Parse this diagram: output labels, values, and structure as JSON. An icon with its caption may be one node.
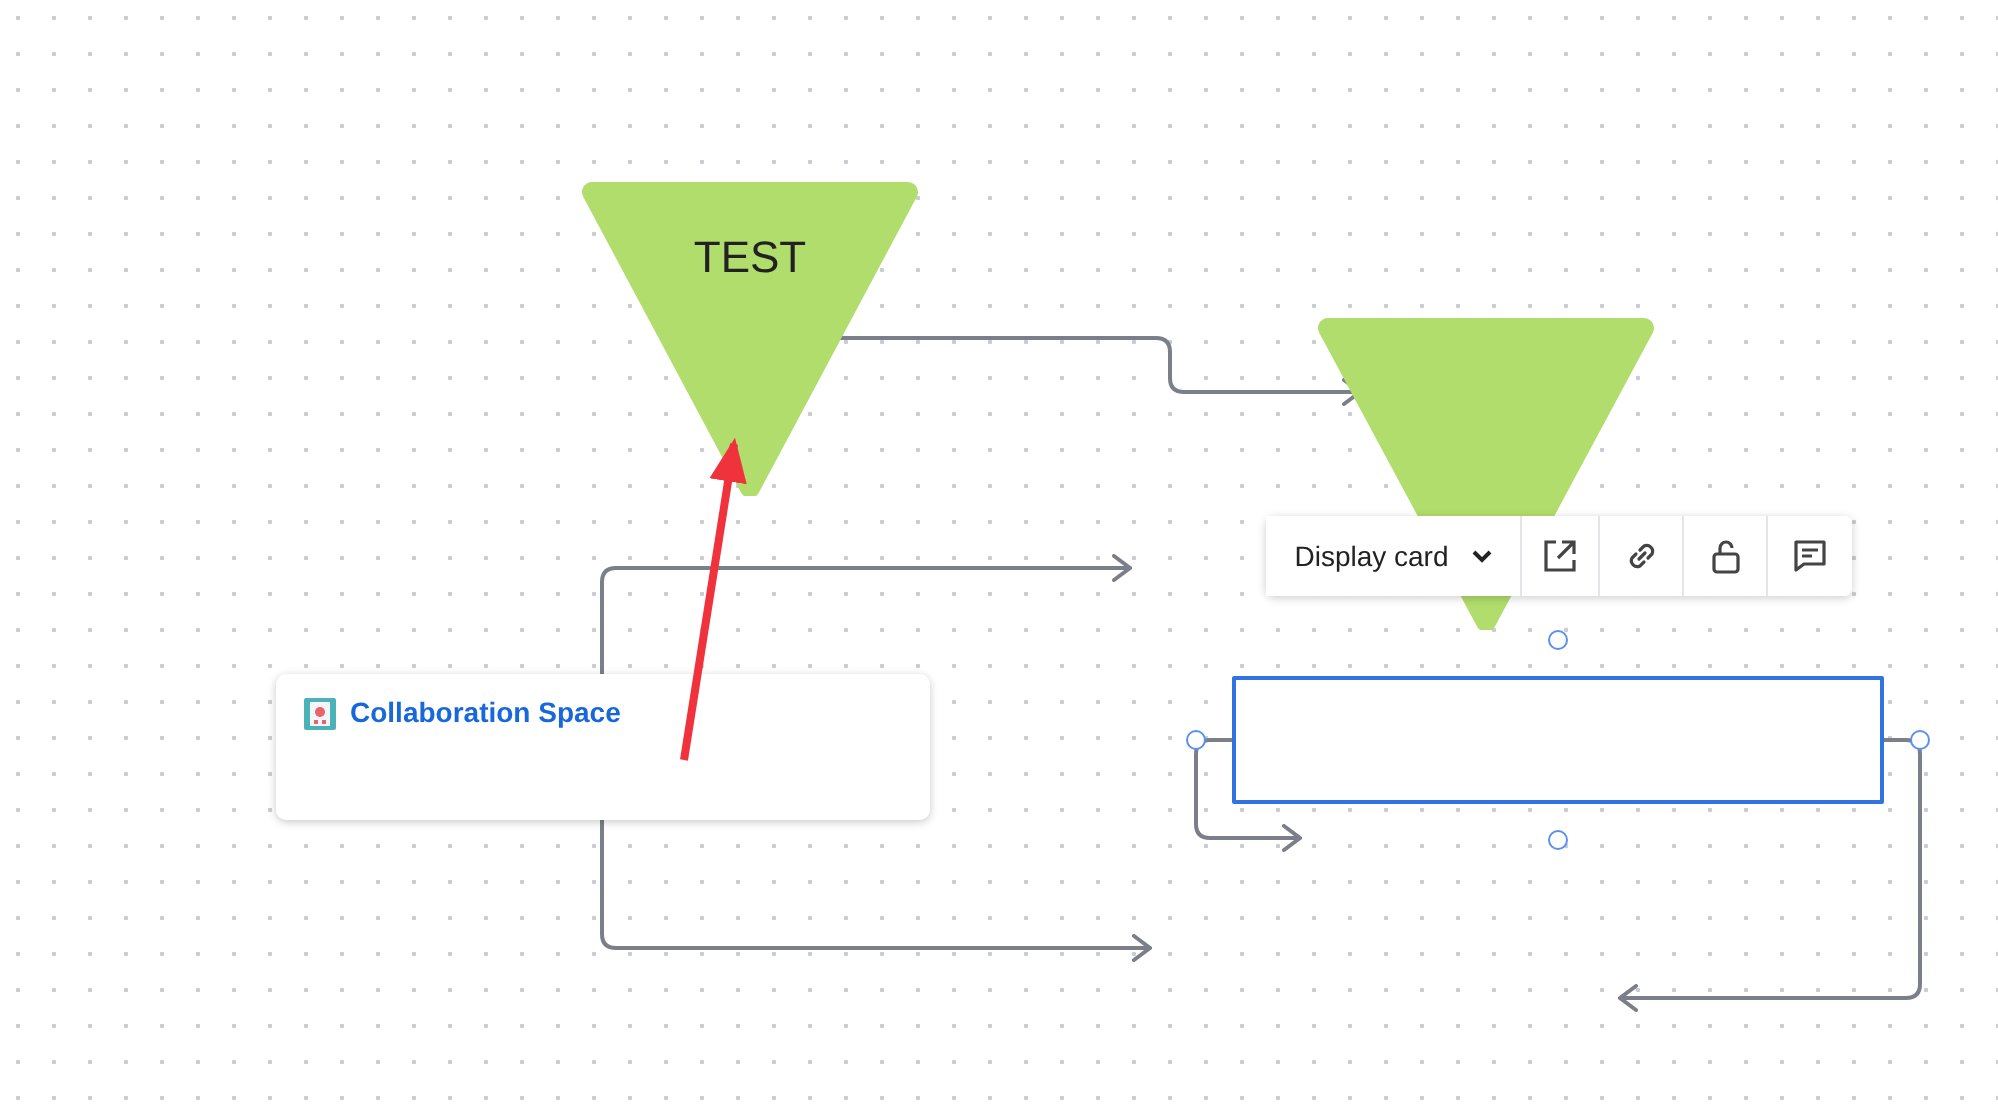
{
  "diagram": {
    "nodes": [
      {
        "text": [
          "TEST"
        ]
      },
      {
        "text": [],
        "shape": "triangle"
      },
      {
        "text": [
          "Collaboration Space"
        ]
      },
      {
        "text": [],
        "shape": "box"
      }
    ],
    "edges": [
      {
        "from": 0,
        "to": 1,
        "arrow": "to"
      },
      {
        "from": 2,
        "to": null,
        "arrow": "to"
      },
      {
        "from": 2,
        "to": null,
        "arrow": "to"
      },
      {
        "from": 3,
        "to": null,
        "arrow": "to"
      },
      {
        "from": 3,
        "to": null,
        "arrow": "to"
      },
      {
        "from": 2,
        "to": 0,
        "arrow": "to",
        "style": "thick",
        "color": "#f0323c"
      }
    ],
    "labels": [
      "Display card"
    ]
  }
}
